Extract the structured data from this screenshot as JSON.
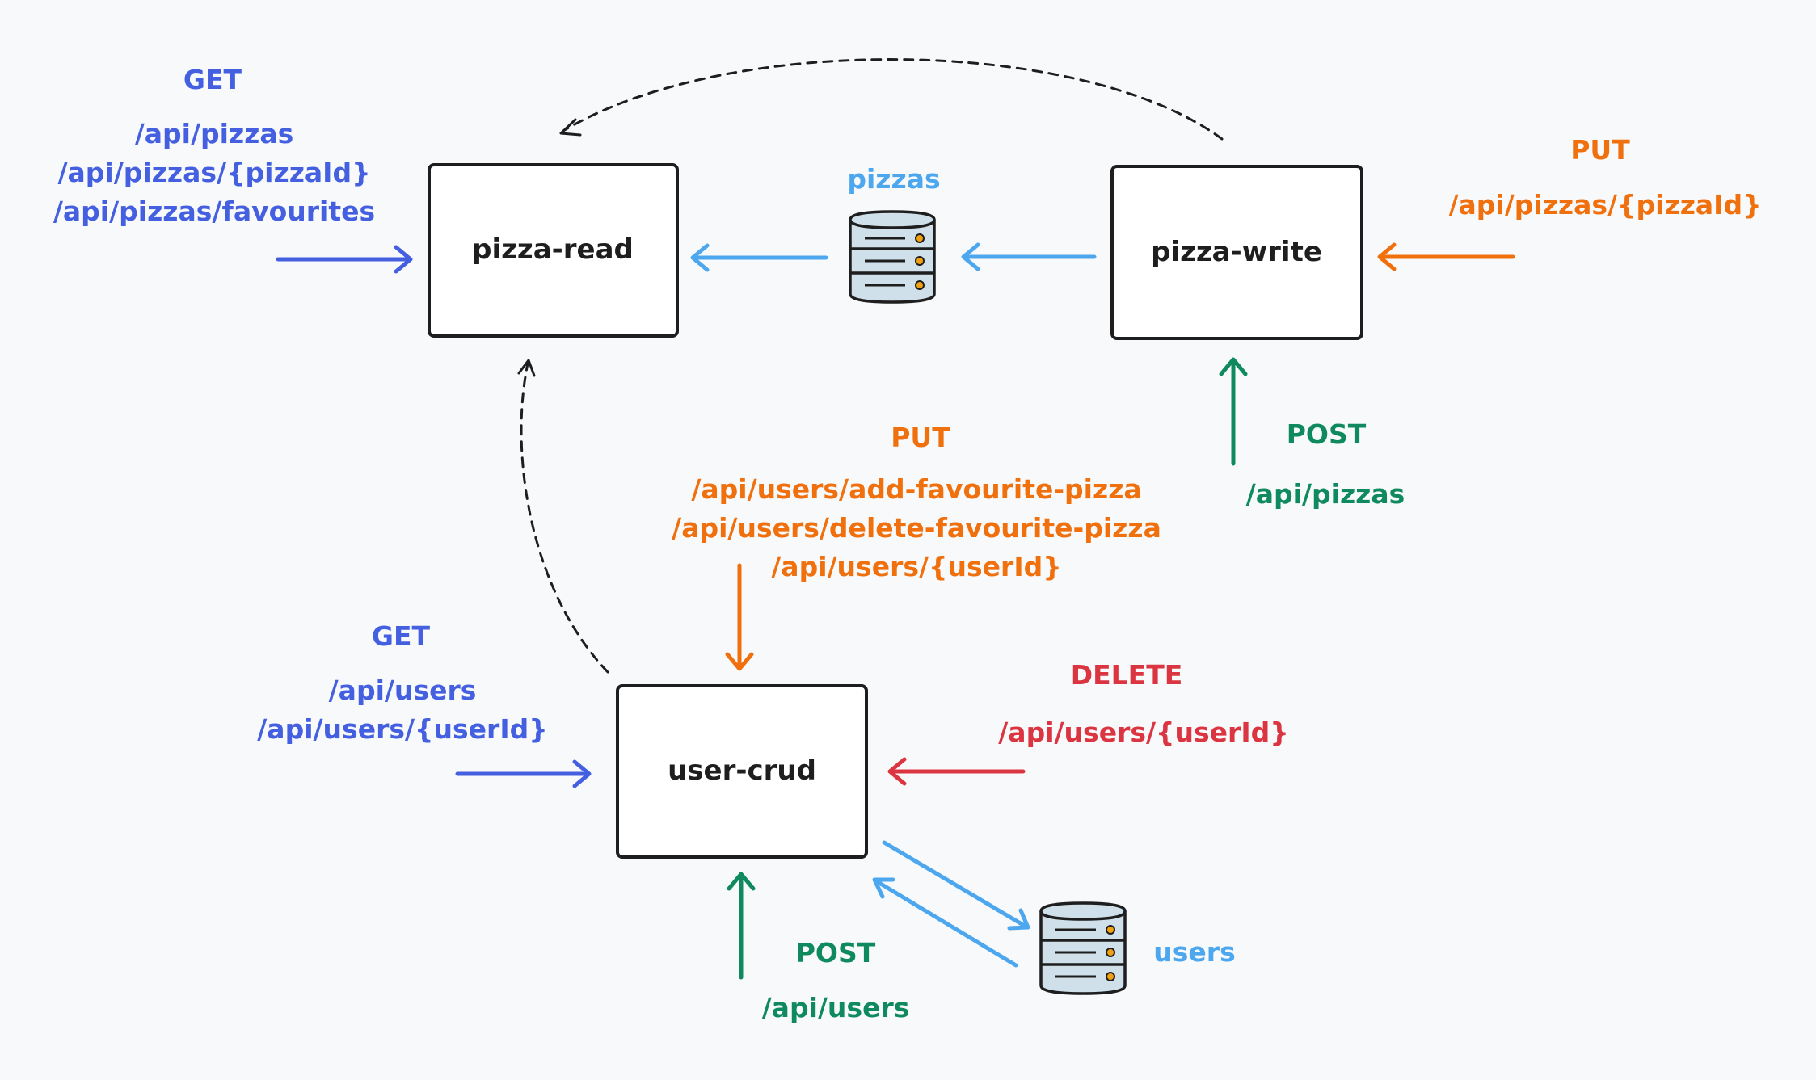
{
  "colors": {
    "background": "#f8f9fa",
    "get": "#4460e0",
    "put": "#f0700e",
    "post": "#0f8a5f",
    "delete": "#db3541",
    "db_flow": "#4da7ef",
    "box_stroke": "#1e1e1e",
    "dashed": "#1e1e1e"
  },
  "nodes": {
    "pizza_read": "pizza-read",
    "pizza_write": "pizza-write",
    "user_crud": "user-crud"
  },
  "databases": {
    "pizzas": {
      "label": "pizzas",
      "icon": "database-icon"
    },
    "users": {
      "label": "users",
      "icon": "database-icon"
    }
  },
  "endpoints": {
    "pizza_read_get": {
      "method": "GET",
      "paths": [
        "/api/pizzas",
        "/api/pizzas/{pizzaId}",
        "/api/pizzas/favourites"
      ]
    },
    "pizza_write_put": {
      "method": "PUT",
      "paths": [
        "/api/pizzas/{pizzaId}"
      ]
    },
    "pizza_write_post": {
      "method": "POST",
      "paths": [
        "/api/pizzas"
      ]
    },
    "user_crud_put": {
      "method": "PUT",
      "paths": [
        "/api/users/add-favourite-pizza",
        "/api/users/delete-favourite-pizza",
        "/api/users/{userId}"
      ]
    },
    "user_crud_get": {
      "method": "GET",
      "paths": [
        "/api/users",
        "/api/users/{userId}"
      ]
    },
    "user_crud_delete": {
      "method": "DELETE",
      "paths": [
        "/api/users/{userId}"
      ]
    },
    "user_crud_post": {
      "method": "POST",
      "paths": [
        "/api/users"
      ]
    }
  }
}
